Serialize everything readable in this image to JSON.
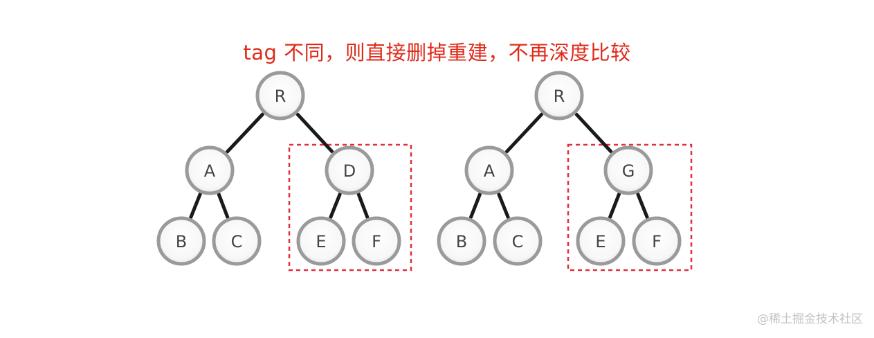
{
  "title": "tag 不同，则直接删掉重建，不再深度比较",
  "watermark": "@稀土掘金技术社区",
  "colors": {
    "title": "#e02a1a",
    "highlight_box": "#e0303a",
    "edge": "#1a1a1a",
    "node_stroke": "#9a9a9a",
    "node_fill": "#ffffff",
    "watermark": "#c2c2c2"
  },
  "trees": [
    {
      "nodes": [
        {
          "id": "R",
          "label": "R"
        },
        {
          "id": "A",
          "label": "A"
        },
        {
          "id": "D",
          "label": "D"
        },
        {
          "id": "B",
          "label": "B"
        },
        {
          "id": "C",
          "label": "C"
        },
        {
          "id": "E",
          "label": "E"
        },
        {
          "id": "F",
          "label": "F"
        }
      ],
      "edges": [
        [
          "R",
          "A"
        ],
        [
          "R",
          "D"
        ],
        [
          "A",
          "B"
        ],
        [
          "A",
          "C"
        ],
        [
          "D",
          "E"
        ],
        [
          "D",
          "F"
        ]
      ],
      "highlight_subtree_root": "D"
    },
    {
      "nodes": [
        {
          "id": "R",
          "label": "R"
        },
        {
          "id": "A",
          "label": "A"
        },
        {
          "id": "G",
          "label": "G"
        },
        {
          "id": "B",
          "label": "B"
        },
        {
          "id": "C",
          "label": "C"
        },
        {
          "id": "E",
          "label": "E"
        },
        {
          "id": "F",
          "label": "F"
        }
      ],
      "edges": [
        [
          "R",
          "A"
        ],
        [
          "R",
          "G"
        ],
        [
          "A",
          "B"
        ],
        [
          "A",
          "C"
        ],
        [
          "G",
          "E"
        ],
        [
          "G",
          "F"
        ]
      ],
      "highlight_subtree_root": "G"
    }
  ]
}
